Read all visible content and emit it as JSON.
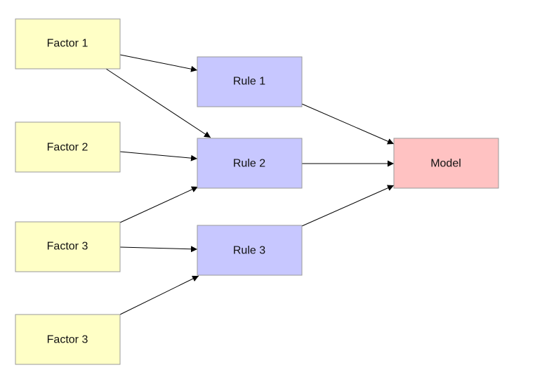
{
  "nodes": {
    "factor_1": {
      "label": "Factor 1",
      "fill": "#ffffc6"
    },
    "factor_2": {
      "label": "Factor 2",
      "fill": "#ffffc6"
    },
    "factor_3a": {
      "label": "Factor 3",
      "fill": "#ffffc6"
    },
    "factor_3b": {
      "label": "Factor 3",
      "fill": "#ffffc6"
    },
    "rule_1": {
      "label": "Rule 1",
      "fill": "#c7c7ff"
    },
    "rule_2": {
      "label": "Rule 2",
      "fill": "#c7c7ff"
    },
    "rule_3": {
      "label": "Rule 3",
      "fill": "#c7c7ff"
    },
    "model": {
      "label": "Model",
      "fill": "#ffc2c2"
    }
  },
  "edges": [
    {
      "from": "factor_1",
      "to": "rule_1"
    },
    {
      "from": "factor_1",
      "to": "rule_2"
    },
    {
      "from": "factor_2",
      "to": "rule_2"
    },
    {
      "from": "factor_3a",
      "to": "rule_2"
    },
    {
      "from": "factor_3a",
      "to": "rule_3"
    },
    {
      "from": "factor_3b",
      "to": "rule_3"
    },
    {
      "from": "rule_1",
      "to": "model"
    },
    {
      "from": "rule_2",
      "to": "model"
    },
    {
      "from": "rule_3",
      "to": "model"
    }
  ]
}
